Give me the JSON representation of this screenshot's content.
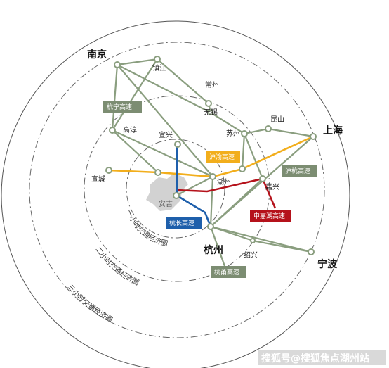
{
  "cities": {
    "nanjing": "南京",
    "zhenjiang": "镇江",
    "changzhou": "常州",
    "wuxi": "无锡",
    "suzhou": "苏州",
    "kunshan": "昆山",
    "shanghai": "上海",
    "gaochun": "高淳",
    "yixing": "宜兴",
    "xuancheng": "宣城",
    "huzhou": "湖州",
    "jiaxing": "嘉兴",
    "anji": "安吉",
    "hangzhou": "杭州",
    "shaoxing": "绍兴",
    "ningbo": "宁波"
  },
  "highways": {
    "hangning": "杭宁高速",
    "huyu": "沪渝高速",
    "huhang": "沪杭高速",
    "shenjiahu": "申嘉湖高速",
    "hangchang": "杭长高速",
    "hangyong": "杭甬高速"
  },
  "rings": {
    "one_hour": "一小时交通经济圈",
    "two_hour": "二小时交通经济圈",
    "three_hour": "三小时交通经济圈"
  },
  "watermark": "搜狐号@搜狐焦点湖州站",
  "colors": {
    "network": "#8a9e7f",
    "huyu": "#f2ae1c",
    "shenjiahu": "#b5121b",
    "hangchang": "#1e5fab",
    "gray_tag": "#7c8d72",
    "anji_area": "#d2d2d2"
  }
}
